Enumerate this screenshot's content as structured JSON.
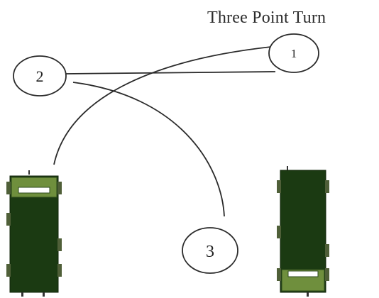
{
  "diagram": {
    "title": "Three Point Turn",
    "steps": [
      {
        "label": "1"
      },
      {
        "label": "2"
      },
      {
        "label": "3"
      }
    ],
    "colors": {
      "truck_body": "#1b3a12",
      "truck_detail": "#6f8f3d",
      "wheel": "#4f5f38",
      "stroke": "#2a2a2a"
    }
  }
}
